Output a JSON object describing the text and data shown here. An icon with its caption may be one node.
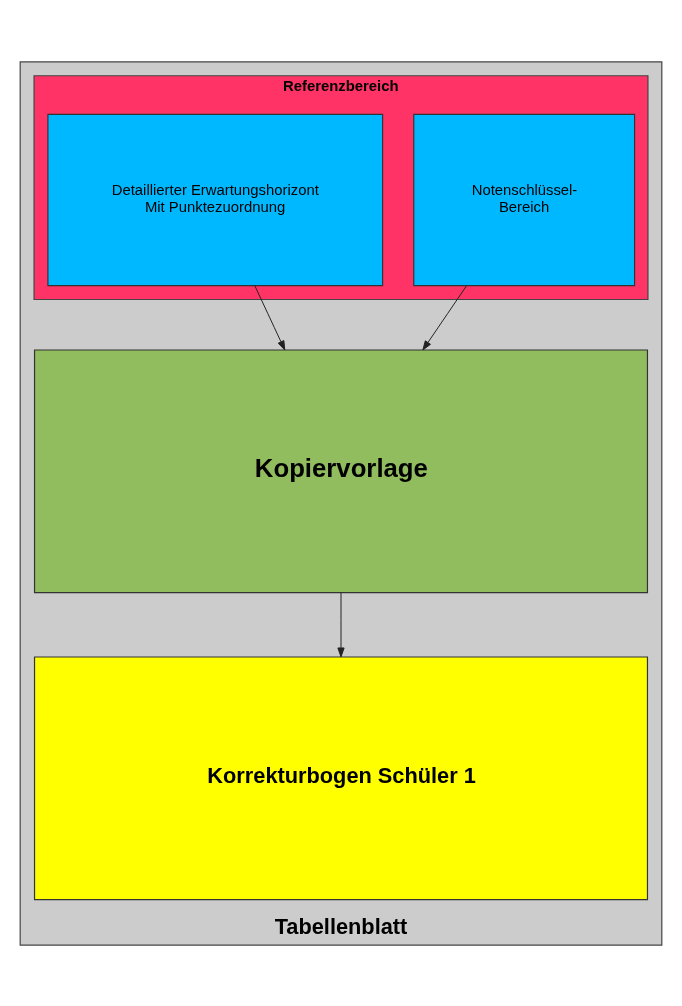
{
  "diagram": {
    "nodes": [
      {
        "text": [
          "Tabellenblatt"
        ]
      },
      {
        "text": [
          "Referenzbereich"
        ],
        "in": 0
      },
      {
        "text": [
          "Detaillierter Erwartungshorizont Mit Punktezuordnung"
        ],
        "in": 1
      },
      {
        "text": [
          "Notenschlüssel-Bereich"
        ],
        "in": 1
      },
      {
        "text": [
          "Kopiervorlage"
        ],
        "in": 0
      },
      {
        "text": [
          "Korrekturbogen Schüler 1"
        ],
        "in": 0
      }
    ],
    "edges": [
      {
        "from": 2,
        "to": 4,
        "arrow": "to"
      },
      {
        "from": 3,
        "to": 4,
        "arrow": "to"
      },
      {
        "from": 4,
        "to": 5,
        "arrow": "to"
      }
    ]
  }
}
